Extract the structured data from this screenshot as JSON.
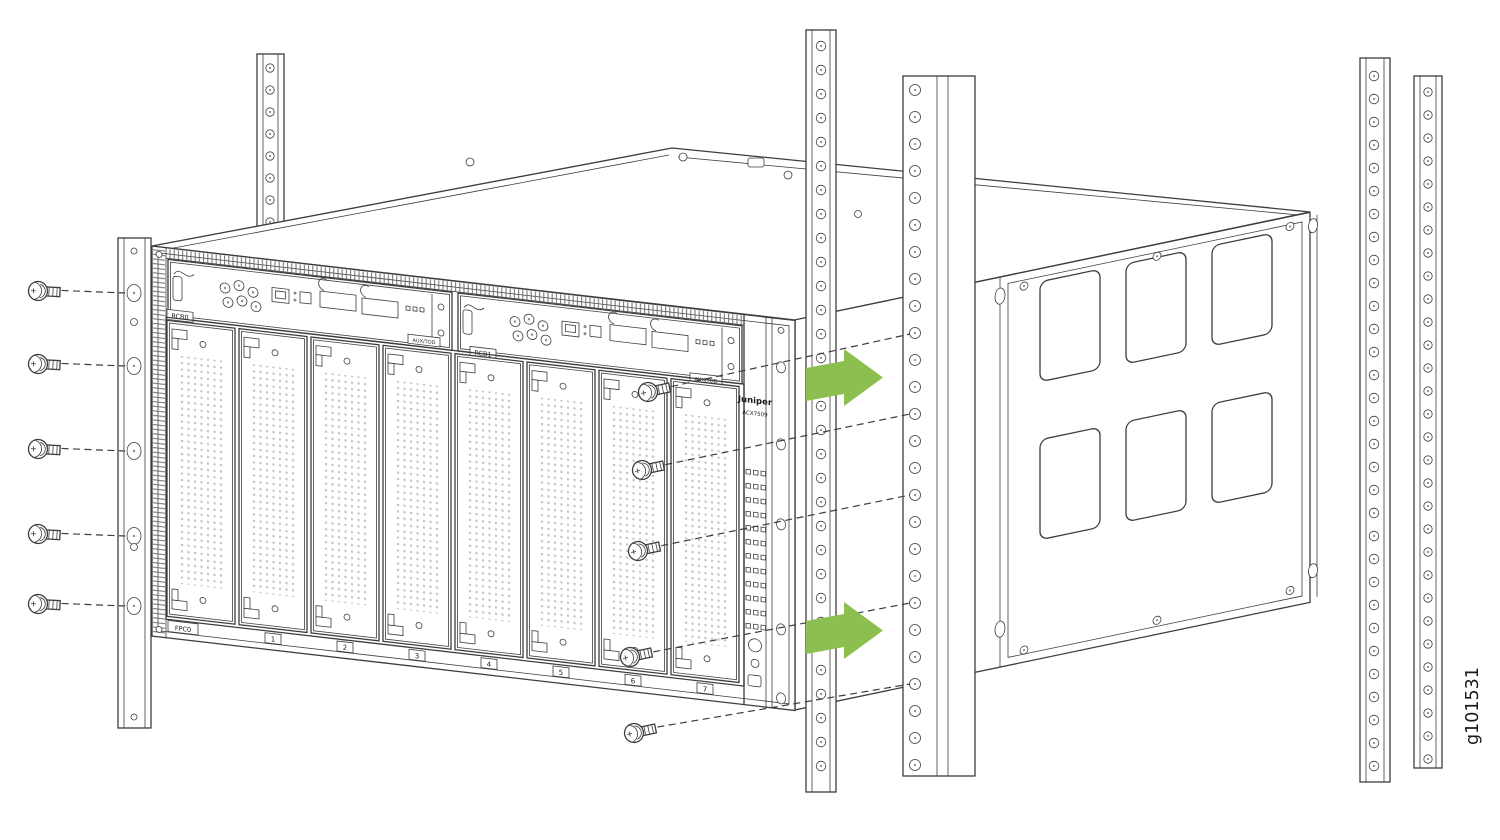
{
  "figure": {
    "id": "g101531"
  },
  "colors": {
    "arrow_green": "#8DBE50",
    "line": "#3D3D3D"
  },
  "chassis": {
    "brand": "Juniper",
    "model": "ACX7509",
    "module_labels": [
      "RCB0",
      "RCB1"
    ],
    "port_labels": [
      "AUX/TOD",
      "AUX/TOD"
    ],
    "slot_labels": [
      "FPC0",
      "1",
      "2",
      "3",
      "4",
      "5",
      "6",
      "7"
    ]
  }
}
